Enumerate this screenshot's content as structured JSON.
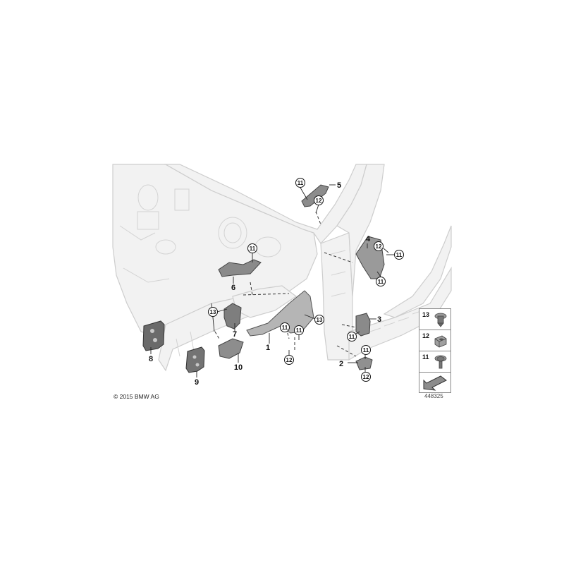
{
  "diagram": {
    "copyright": "© 2015 BMW AG",
    "illustration_number": "448325",
    "part_callouts": [
      "1",
      "2",
      "3",
      "4",
      "5",
      "6",
      "7",
      "8",
      "9",
      "10"
    ],
    "circle_callouts": {
      "c11": "11",
      "c12": "12",
      "c13": "13"
    },
    "legend": [
      {
        "number": "13",
        "icon": "clip-nut-icon"
      },
      {
        "number": "12",
        "icon": "sheet-nut-icon"
      },
      {
        "number": "11",
        "icon": "hex-screw-icon"
      }
    ],
    "legend_arrow_icon": "direction-arrow-icon",
    "colors": {
      "body_outline": "#c9c9c9",
      "body_fill": "#f1f1f1",
      "part_dark": "#5a5a5a",
      "part_mid": "#8c8c8c",
      "leader": "#222222"
    }
  }
}
